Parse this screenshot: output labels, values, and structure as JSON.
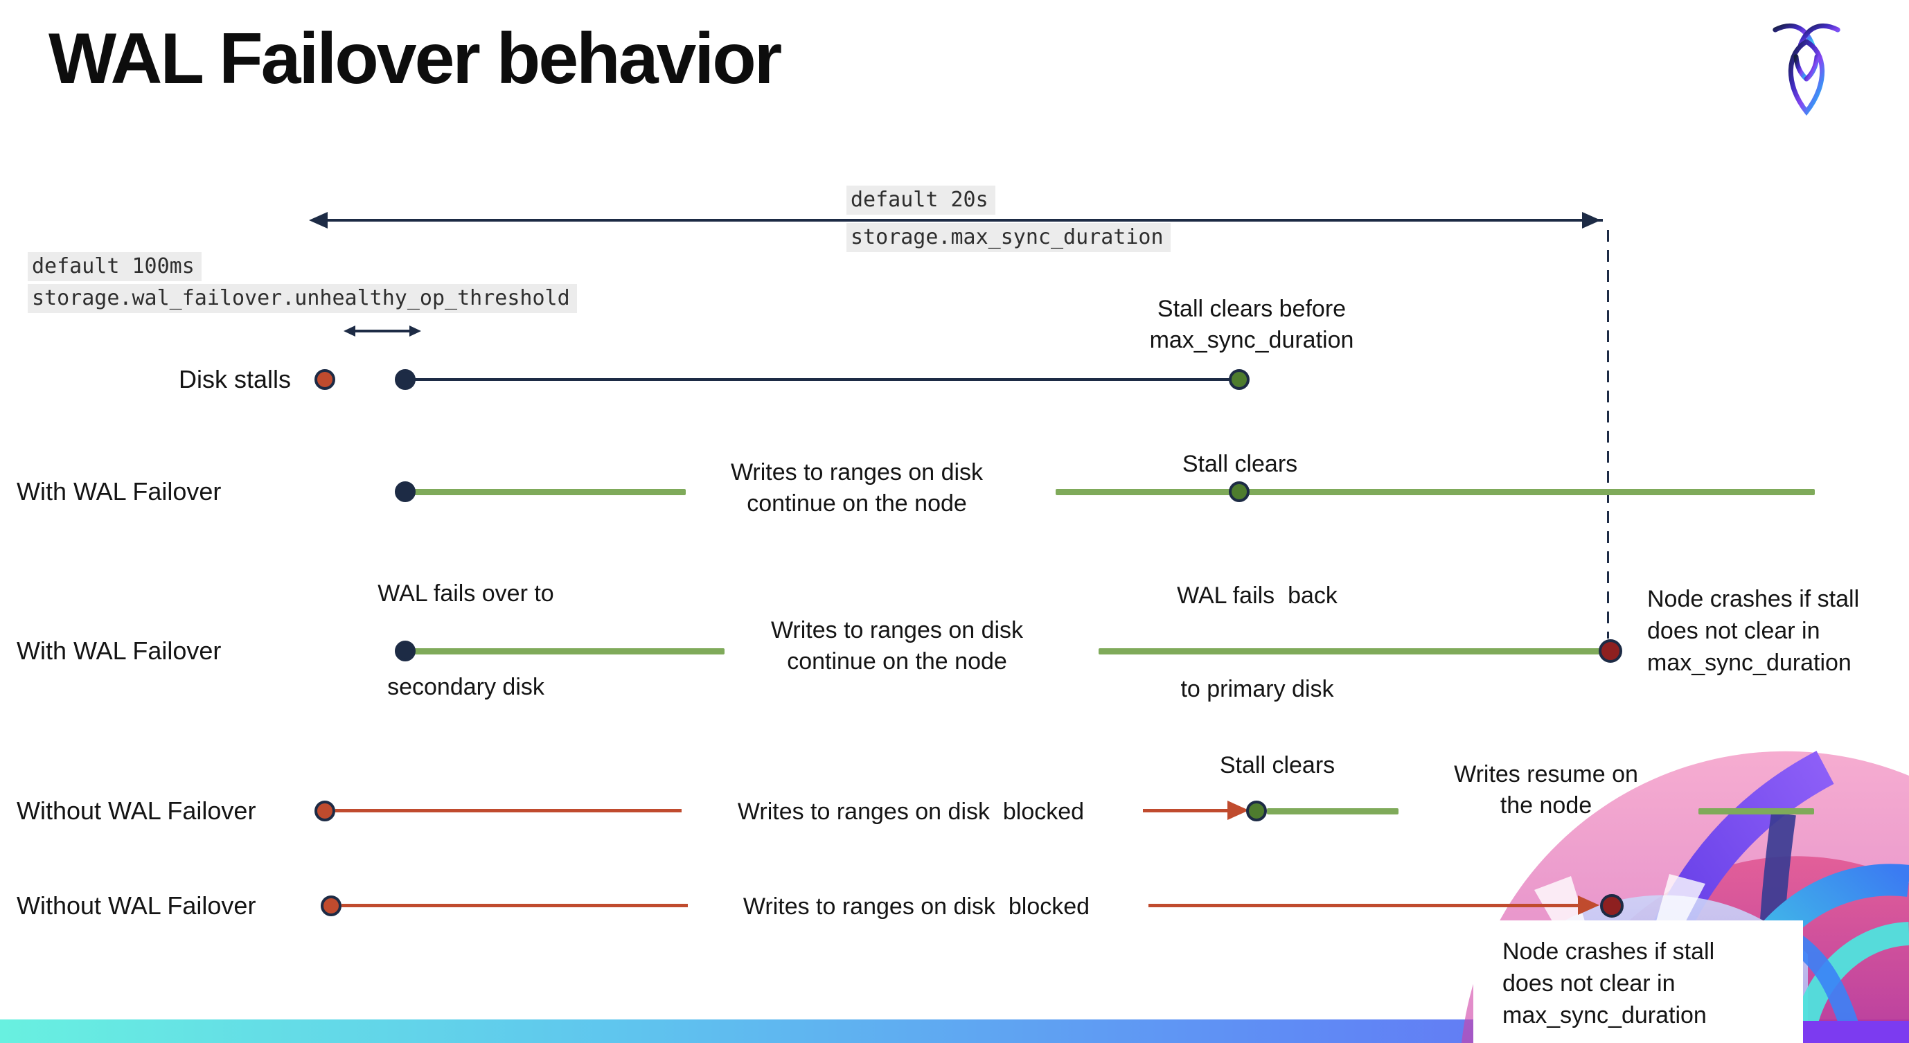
{
  "title": "WAL Failover behavior",
  "colors": {
    "navy": "#1d2b45",
    "stall_red": "#c04b2e",
    "crash_red": "#8e2020",
    "green_dot": "#4e7c2e",
    "green_line": "#7faa5a",
    "code_bg": "#ececec",
    "bar_gradient_left": "#68f0e0",
    "bar_gradient_right": "#6b5cf3"
  },
  "settings": {
    "max_sync_default": "default 20s",
    "max_sync_setting": "storage.max_sync_duration",
    "threshold_default": "default 100ms",
    "threshold_setting": "storage.wal_failover.unhealthy_op_threshold"
  },
  "rows": {
    "disk_stalls": {
      "label": "Disk stalls",
      "caption_line1": "Stall clears before",
      "caption_line2": "max_sync_duration"
    },
    "with_wal_1": {
      "label": "With WAL Failover",
      "writes_line1": "Writes to ranges on disk",
      "writes_line2": "continue on the node",
      "stall_clears": "Stall clears",
      "fails_over_line1": "WAL fails over to",
      "fails_over_line2": "secondary disk",
      "fails_back_line1": "WAL fails  back",
      "fails_back_line2": "to primary disk"
    },
    "with_wal_2": {
      "label": "With WAL Failover",
      "writes_line1": "Writes to ranges on disk",
      "writes_line2": "continue on the node",
      "crash_line1": "Node crashes if stall",
      "crash_line2": "does not clear in",
      "crash_line3": "max_sync_duration"
    },
    "without_wal_1": {
      "label": "Without WAL Failover",
      "writes_blocked": "Writes to ranges on disk  blocked",
      "stall_clears": "Stall clears",
      "resume_line1": "Writes resume on",
      "resume_line2": "the node"
    },
    "without_wal_2": {
      "label": "Without WAL Failover",
      "writes_blocked": "Writes to ranges on disk  blocked",
      "crash_line1": "Node crashes if stall",
      "crash_line2": "does not clear in",
      "crash_line3": "max_sync_duration"
    }
  },
  "icons": {
    "logo": "cockroachdb-logo",
    "decoration": "cockroachdb-brand-art"
  }
}
